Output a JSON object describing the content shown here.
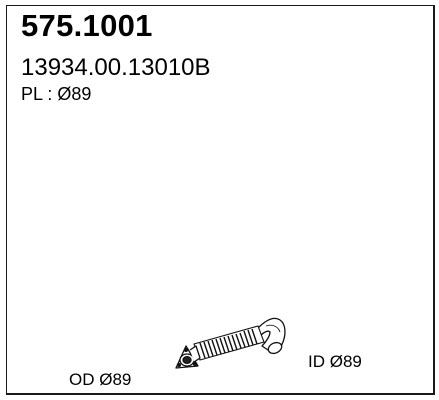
{
  "part": {
    "number": "575.1001",
    "reference": "13934.00.13010B"
  },
  "spec": {
    "pl_line": "PL : Ø89"
  },
  "labels": {
    "outer_diameter": "OD Ø89",
    "inner_diameter": "ID Ø89"
  },
  "drawing": {
    "icon": "flexible-exhaust-pipe-icon"
  }
}
